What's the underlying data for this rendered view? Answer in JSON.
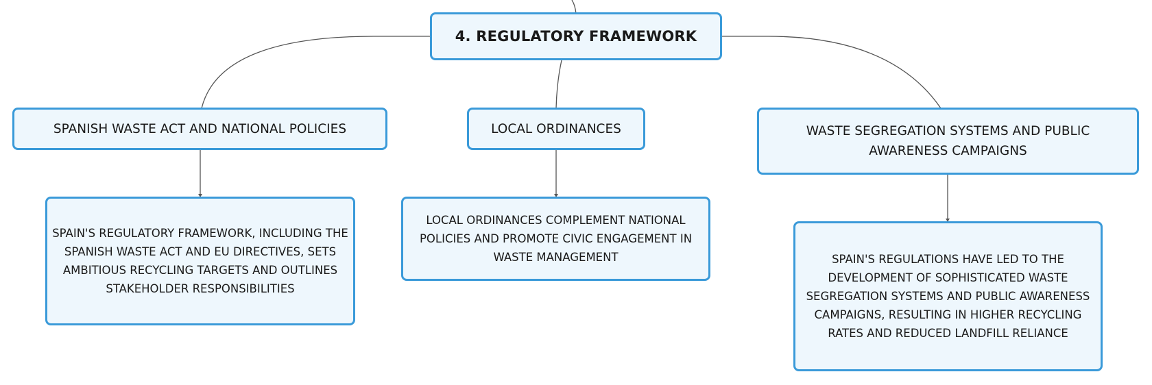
{
  "root": {
    "label": "4. REGULATORY FRAMEWORK"
  },
  "branches": [
    {
      "label": "SPANISH WASTE ACT AND NATIONAL POLICIES",
      "detail": "SPAIN'S REGULATORY FRAMEWORK, INCLUDING THE SPANISH WASTE ACT AND EU DIRECTIVES, SETS AMBITIOUS RECYCLING TARGETS AND OUTLINES STAKEHOLDER RESPONSIBILITIES"
    },
    {
      "label": "LOCAL ORDINANCES",
      "detail": "LOCAL ORDINANCES COMPLEMENT NATIONAL POLICIES AND PROMOTE CIVIC ENGAGEMENT IN WASTE MANAGEMENT"
    },
    {
      "label": "WASTE SEGREGATION SYSTEMS AND PUBLIC AWARENESS CAMPAIGNS",
      "detail": "SPAIN'S REGULATIONS HAVE LED TO THE DEVELOPMENT OF SOPHISTICATED WASTE SEGREGATION SYSTEMS AND PUBLIC AWARENESS CAMPAIGNS, RESULTING IN HIGHER RECYCLING RATES AND REDUCED LANDFILL RELIANCE"
    }
  ],
  "colors": {
    "node_fill": "#eef7fd",
    "node_border": "#3a9ad9",
    "connector": "#555555",
    "text": "#1a1a1a"
  }
}
